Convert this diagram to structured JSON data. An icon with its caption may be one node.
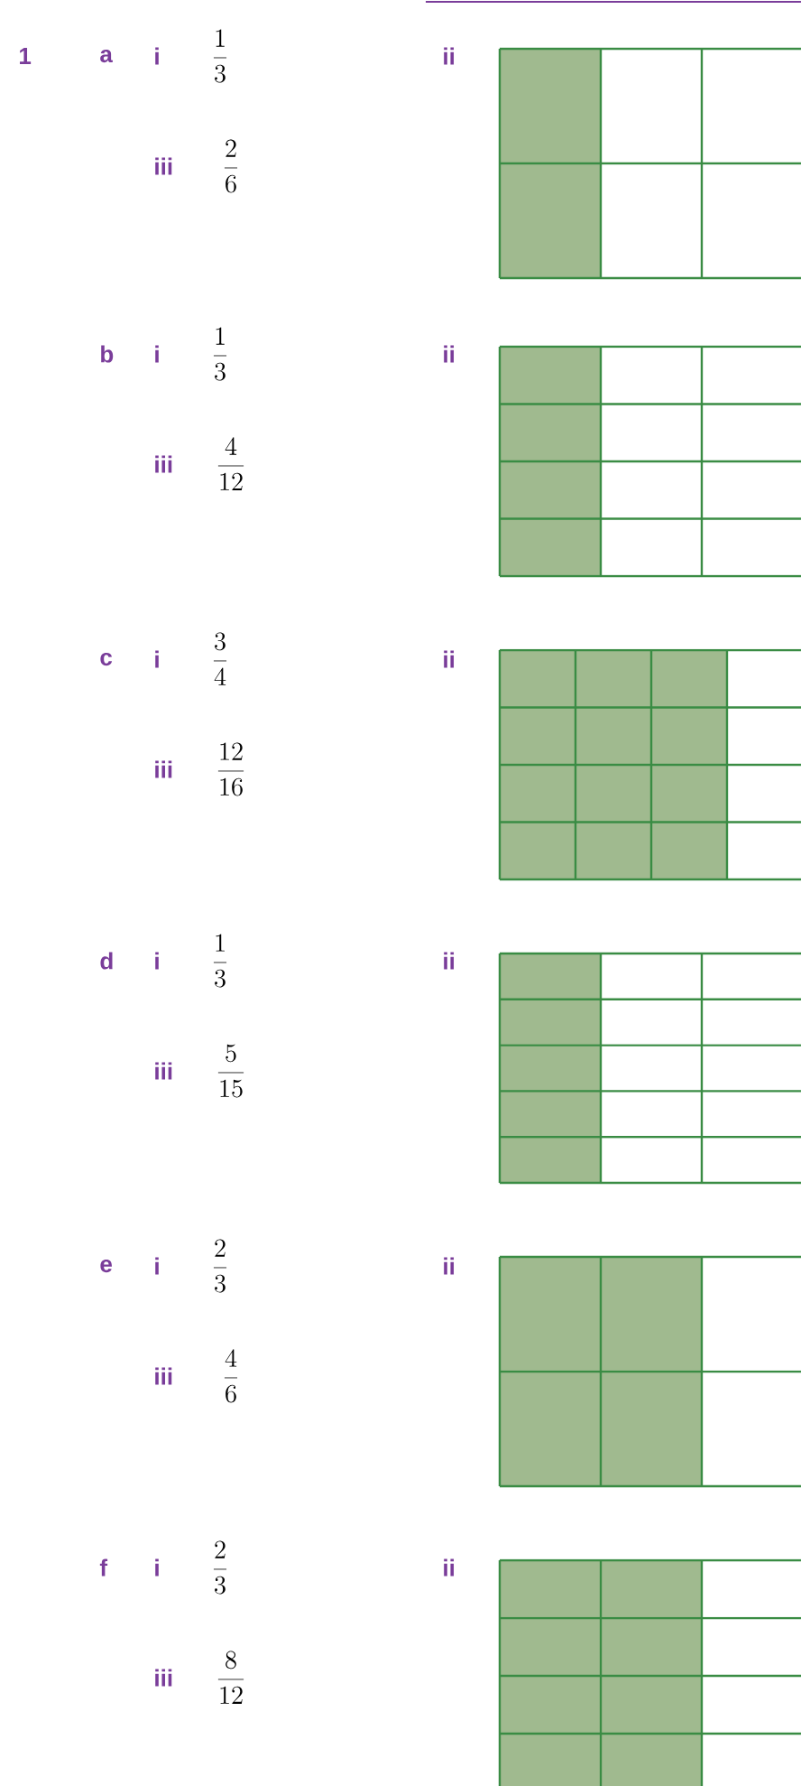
{
  "diagram": {
    "labels": [
      "1",
      "a",
      "i",
      "\\frac{1}{3}",
      "ii",
      "iii",
      "\\frac{2}{6}",
      "b",
      "i",
      "\\frac{1}{3}",
      "ii",
      "iii",
      "\\frac{4}{12}",
      "c",
      "i",
      "\\frac{3}{4}",
      "ii",
      "iii",
      "\\frac{12}{16}",
      "d",
      "i",
      "\\frac{1}{3}",
      "ii",
      "iii",
      "\\frac{5}{15}",
      "e",
      "i",
      "\\frac{2}{3}",
      "ii",
      "iii",
      "\\frac{4}{6}",
      "f",
      "i",
      "\\frac{2}{3}",
      "ii",
      "iii",
      "\\frac{8}{12}"
    ]
  }
}
